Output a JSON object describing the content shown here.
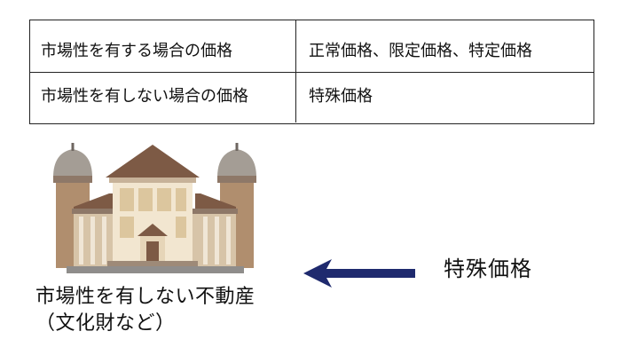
{
  "table": {
    "rows": [
      {
        "label": "市場性を有する場合の価格",
        "value": "正常価格、限定価格、特定価格"
      },
      {
        "label": "市場性を有しない場合の価格",
        "value": "特殊価格"
      }
    ]
  },
  "illustration": {
    "icon": "historic-building-icon",
    "caption_line1": "市場性を有しない不動産",
    "caption_line2": "（文化財など）"
  },
  "arrow": {
    "icon": "left-arrow-icon",
    "color": "#1f2a6e",
    "label": "特殊価格"
  }
}
